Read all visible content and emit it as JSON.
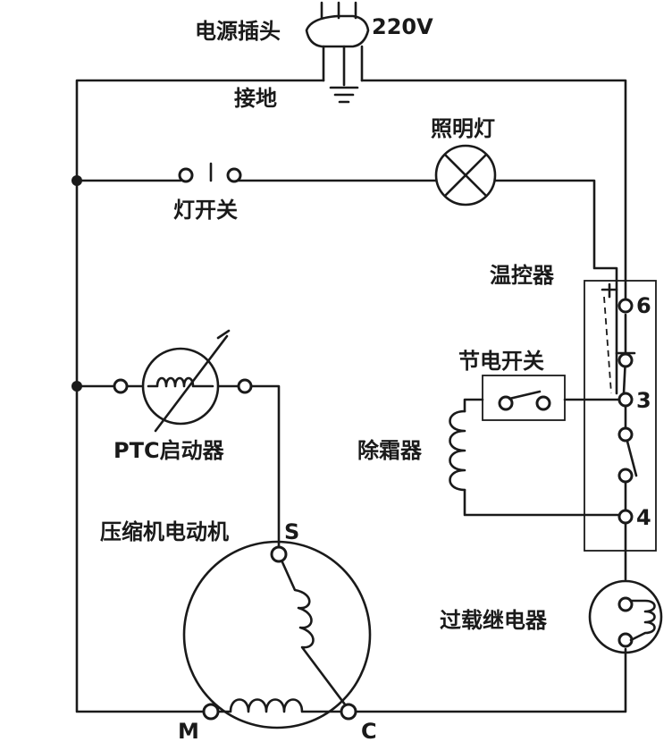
{
  "labels": {
    "plug": "电源插头",
    "voltage": "220V",
    "ground": "接地",
    "lamp": "照明灯",
    "lamp_switch": "灯开关",
    "thermostat": "温控器",
    "power_save_switch": "节电开关",
    "defroster": "除霜器",
    "ptc_starter": "PTC启动器",
    "compressor_motor": "压缩机电动机",
    "overload_relay": "过载继电器"
  },
  "terminals": {
    "t6": "6",
    "t3": "3",
    "t4": "4",
    "s": "S",
    "m": "M",
    "c": "C"
  }
}
